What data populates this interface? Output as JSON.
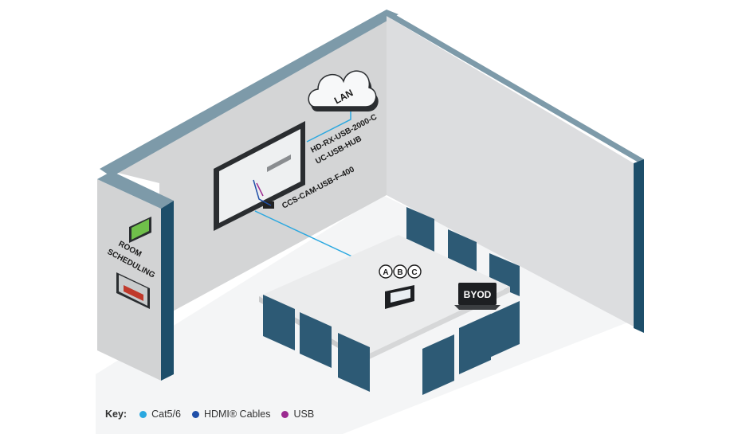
{
  "labels": {
    "lan": "LAN",
    "hd_rx": "HD-RX-USB-2000-C",
    "uc_hub": "UC-USB-HUB",
    "camera": "CCS-CAM-USB-F-400",
    "room_scheduling_line1": "ROOM",
    "room_scheduling_line2": "SCHEDULING",
    "byod": "BYOD",
    "input_a": "A",
    "input_b": "B",
    "input_c": "C"
  },
  "key": {
    "title": "Key:",
    "items": [
      {
        "label": "Cat5/6",
        "color": "#2aa8e0"
      },
      {
        "label": "HDMI® Cables",
        "color": "#1f4fa8"
      },
      {
        "label": "USB",
        "color": "#9b2a90"
      }
    ]
  },
  "colors": {
    "wall": "#d9dadb",
    "wall_top": "#7d9aa9",
    "wall_edge": "#1d4e6a",
    "chair": "#2d5a75",
    "table": "#ebeced",
    "cat": "#2aa8e0",
    "hdmi": "#1f4fa8",
    "usb": "#9b2a90"
  }
}
